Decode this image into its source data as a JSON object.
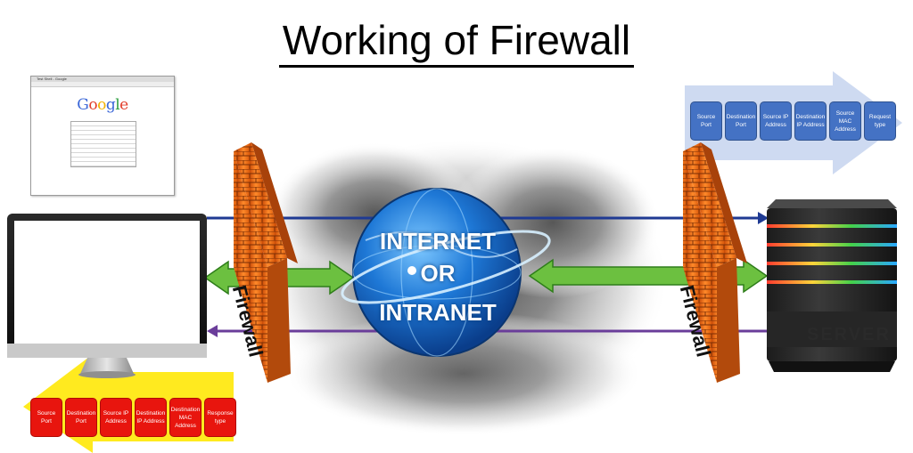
{
  "title": "Working of Firewall",
  "network_label": {
    "line1": "INTERNET",
    "line2": "OR",
    "line3": "INTRANET"
  },
  "firewall_label": "Firewall",
  "server_label": "SERVER",
  "request_fields": [
    "Source Port",
    "Destination Port",
    "Source IP Address",
    "Destination IP Address",
    "Source MAC Address",
    "Request type"
  ],
  "response_fields": [
    "Source Port",
    "Destination Port",
    "Source IP Address",
    "Destination IP Address",
    "Destination MAC Address",
    "Response type"
  ],
  "browser": {
    "title": "Test Shell - Google",
    "logo": "Google"
  },
  "colors": {
    "request_packet": "#4472c4",
    "response_packet": "#e8150e",
    "request_arrow_bg": "#c5d3ee",
    "response_arrow_bg": "#ffea1f",
    "request_line": "#1f3a93",
    "response_line": "#6a3d9a",
    "bidirectional_arrow": "#6cc040",
    "firewall_brick": "#f07a1a"
  }
}
